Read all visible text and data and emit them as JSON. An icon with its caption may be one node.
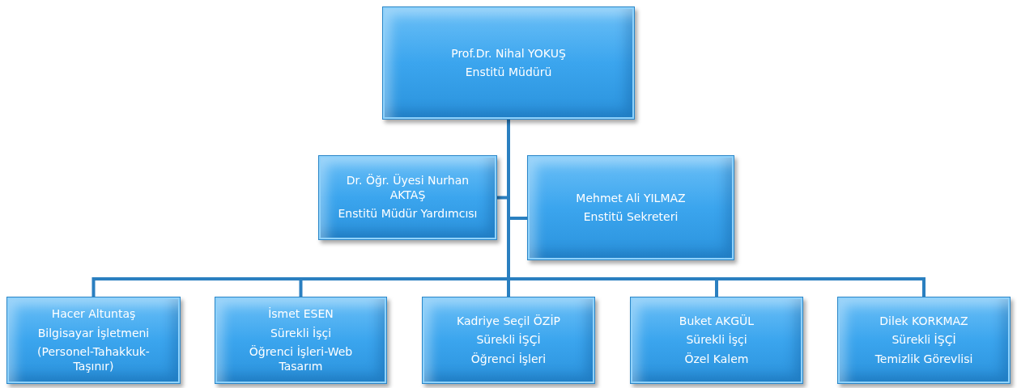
{
  "diagram": {
    "nodes": [
      {
        "text": [
          "Prof.Dr. Nihal YOKUŞ",
          "Enstitü Müdürü"
        ]
      },
      {
        "text": [
          "Dr. Öğr. Üyesi Nurhan AKTAŞ",
          "Enstitü Müdür Yardımcısı"
        ]
      },
      {
        "text": [
          "Mehmet Ali YILMAZ",
          "Enstitü Sekreteri"
        ]
      },
      {
        "text": [
          "Hacer Altuntaş",
          "Bilgisayar İşletmeni",
          "(Personel-Tahakkuk-Taşınır)"
        ]
      },
      {
        "text": [
          "İsmet ESEN",
          "Sürekli İşçi",
          "Öğrenci İşleri-Web Tasarım"
        ]
      },
      {
        "text": [
          "Kadriye Seçil ÖZİP",
          "Sürekli İŞÇİ",
          "Öğrenci İşleri"
        ]
      },
      {
        "text": [
          "Buket AKGÜL",
          "Sürekli İşçi",
          "Özel Kalem"
        ]
      },
      {
        "text": [
          "Dilek KORKMAZ",
          "Sürekli İŞÇİ",
          "Temizlik Görevlisi"
        ]
      }
    ],
    "edges": [
      {
        "from": 0,
        "to": 1,
        "arrow": "none"
      },
      {
        "from": 0,
        "to": 2,
        "arrow": "none"
      },
      {
        "from": 0,
        "to": 3,
        "arrow": "none"
      },
      {
        "from": 0,
        "to": 4,
        "arrow": "none"
      },
      {
        "from": 0,
        "to": 5,
        "arrow": "none"
      },
      {
        "from": 0,
        "to": 6,
        "arrow": "none"
      },
      {
        "from": 0,
        "to": 7,
        "arrow": "none"
      }
    ]
  }
}
